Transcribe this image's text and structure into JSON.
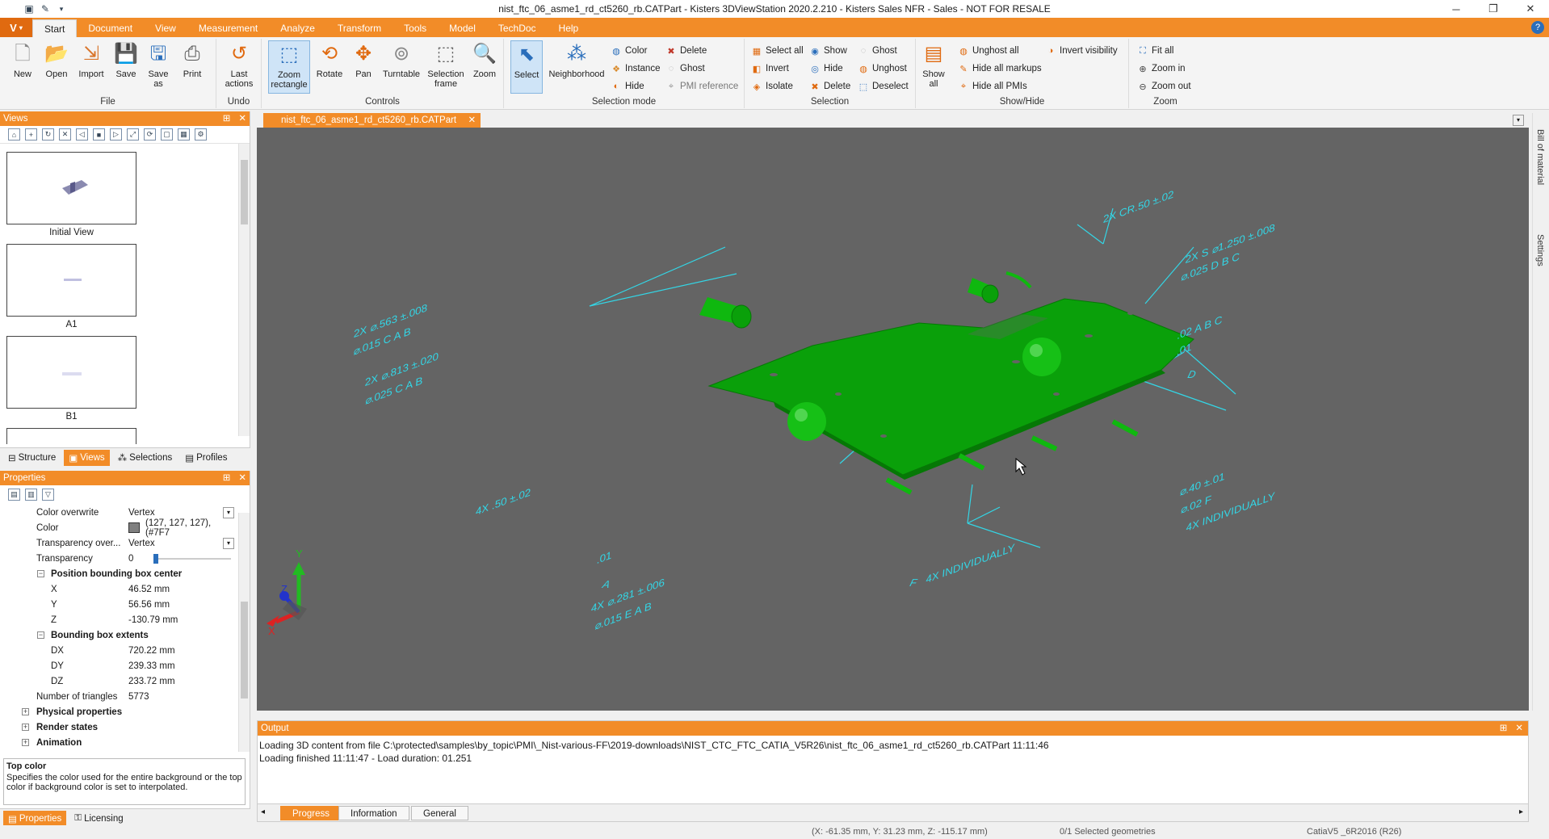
{
  "window": {
    "title": "nist_ftc_06_asme1_rd_ct5260_rb.CATPart - Kisters 3DViewStation 2020.2.210 - Kisters Sales NFR - Sales - NOT FOR RESALE",
    "app_button": "V"
  },
  "menu": {
    "tabs": [
      "Start",
      "Document",
      "View",
      "Measurement",
      "Analyze",
      "Transform",
      "Tools",
      "Model",
      "TechDoc",
      "Help"
    ]
  },
  "ribbon": {
    "file": {
      "label": "File",
      "new": "New",
      "open": "Open",
      "import": "Import",
      "save": "Save",
      "save_as": "Save as",
      "print": "Print"
    },
    "undo": {
      "label": "Undo",
      "last_actions": "Last actions"
    },
    "controls": {
      "label": "Controls",
      "zoom_rect": "Zoom rectangle",
      "rotate": "Rotate",
      "pan": "Pan",
      "turntable": "Turntable",
      "selection_frame": "Selection frame",
      "zoom": "Zoom"
    },
    "selmode": {
      "label": "Selection mode",
      "select": "Select",
      "neighborhood": "Neighborhood",
      "color": "Color",
      "instance": "Instance",
      "hide": "Hide",
      "delete": "Delete",
      "ghost": "Ghost",
      "pmi_reference": "PMI reference"
    },
    "selection": {
      "label": "Selection",
      "select_all": "Select all",
      "invert": "Invert",
      "isolate": "Isolate",
      "show": "Show",
      "hide": "Hide",
      "delete": "Delete",
      "ghost": "Ghost",
      "unghost": "Unghost",
      "deselect": "Deselect"
    },
    "showhide": {
      "label": "Show/Hide",
      "show_all": "Show all",
      "unghost_all": "Unghost all",
      "hide_markups": "Hide all markups",
      "hide_pmis": "Hide all PMIs",
      "invert_visibility": "Invert visibility"
    },
    "zoom": {
      "label": "Zoom",
      "fit_all": "Fit all",
      "zoom_in": "Zoom in",
      "zoom_out": "Zoom out"
    }
  },
  "views_panel": {
    "title": "Views",
    "thumbs": [
      "Initial View",
      "A1",
      "B1"
    ],
    "tabs": [
      "Structure",
      "Views",
      "Selections",
      "Profiles"
    ]
  },
  "properties": {
    "title": "Properties",
    "color_overwrite": {
      "k": "Color overwrite",
      "v": "Vertex"
    },
    "color": {
      "k": "Color",
      "v": "(127, 127, 127), (#7F7"
    },
    "transparency_over": {
      "k": "Transparency over...",
      "v": "Vertex"
    },
    "transparency": {
      "k": "Transparency",
      "v": "0"
    },
    "pos_section": "Position bounding box center",
    "x": {
      "k": "X",
      "v": "46.52 mm"
    },
    "y": {
      "k": "Y",
      "v": "56.56 mm"
    },
    "z": {
      "k": "Z",
      "v": "-130.79 mm"
    },
    "ext_section": "Bounding box extents",
    "dx": {
      "k": "DX",
      "v": "720.22 mm"
    },
    "dy": {
      "k": "DY",
      "v": "239.33 mm"
    },
    "dz": {
      "k": "DZ",
      "v": "233.72 mm"
    },
    "triangles": {
      "k": "Number of triangles",
      "v": "5773"
    },
    "physical": "Physical properties",
    "render": "Render states",
    "animation": "Animation",
    "desc_title": "Top color",
    "desc_text": "Specifies the color used for the entire background or the top color if background color is set to interpolated.",
    "tabs": [
      "Properties",
      "Licensing"
    ]
  },
  "document_tab": "nist_ftc_06_asme1_rd_ct5260_rb.CATPart",
  "right_tabs": [
    "Bill of material",
    "Settings"
  ],
  "pmi": {
    "t1": "2X CR.50 ±.02",
    "t2": "2X S ⌀1.250 ±.008",
    "t3": "⌀.025 D B C",
    "t4": ".02 A B C",
    "t5": ".01",
    "t6": "D",
    "t7": "2X ⌀.563 ±.008",
    "t8": "⌀.015 C A B",
    "t9": "2X ⌀.813 ±.020",
    "t10": "⌀.025 C A B",
    "t11": "⌀.40 ±.01",
    "t12": "⌀.02 F",
    "t13": "4X INDIVIDUALLY",
    "t14": "4X .50 ±.02",
    "t15": ".01",
    "t16": "A",
    "t17": "4X ⌀.281 ±.006",
    "t18": "⌀.015 E A B",
    "t19": "F",
    "t20": "4X INDIVIDUALLY"
  },
  "axes": {
    "x": "X",
    "y": "Y",
    "z": "Z"
  },
  "output": {
    "title": "Output",
    "lines": [
      "Loading 3D content from file C:\\protected\\samples\\by_topic\\PMI\\_Nist-various-FF\\2019-downloads\\NIST_CTC_FTC_CATIA_V5R26\\nist_ftc_06_asme1_rd_ct5260_rb.CATPart 11:11:46",
      "Loading finished 11:11:47 - Load duration: 01.251"
    ],
    "tabs": [
      "Progress",
      "Information",
      "General"
    ]
  },
  "status": {
    "coords": "(X: -61.35 mm, Y: 31.23 mm, Z: -115.17 mm)",
    "selected": "0/1 Selected geometries",
    "format": "CatiaV5 _6R2016 (R26)"
  },
  "colors": {
    "accent": "#f28c28",
    "part": "#0aa00a",
    "pmi": "#33d6e6",
    "viewport": "#646464"
  }
}
